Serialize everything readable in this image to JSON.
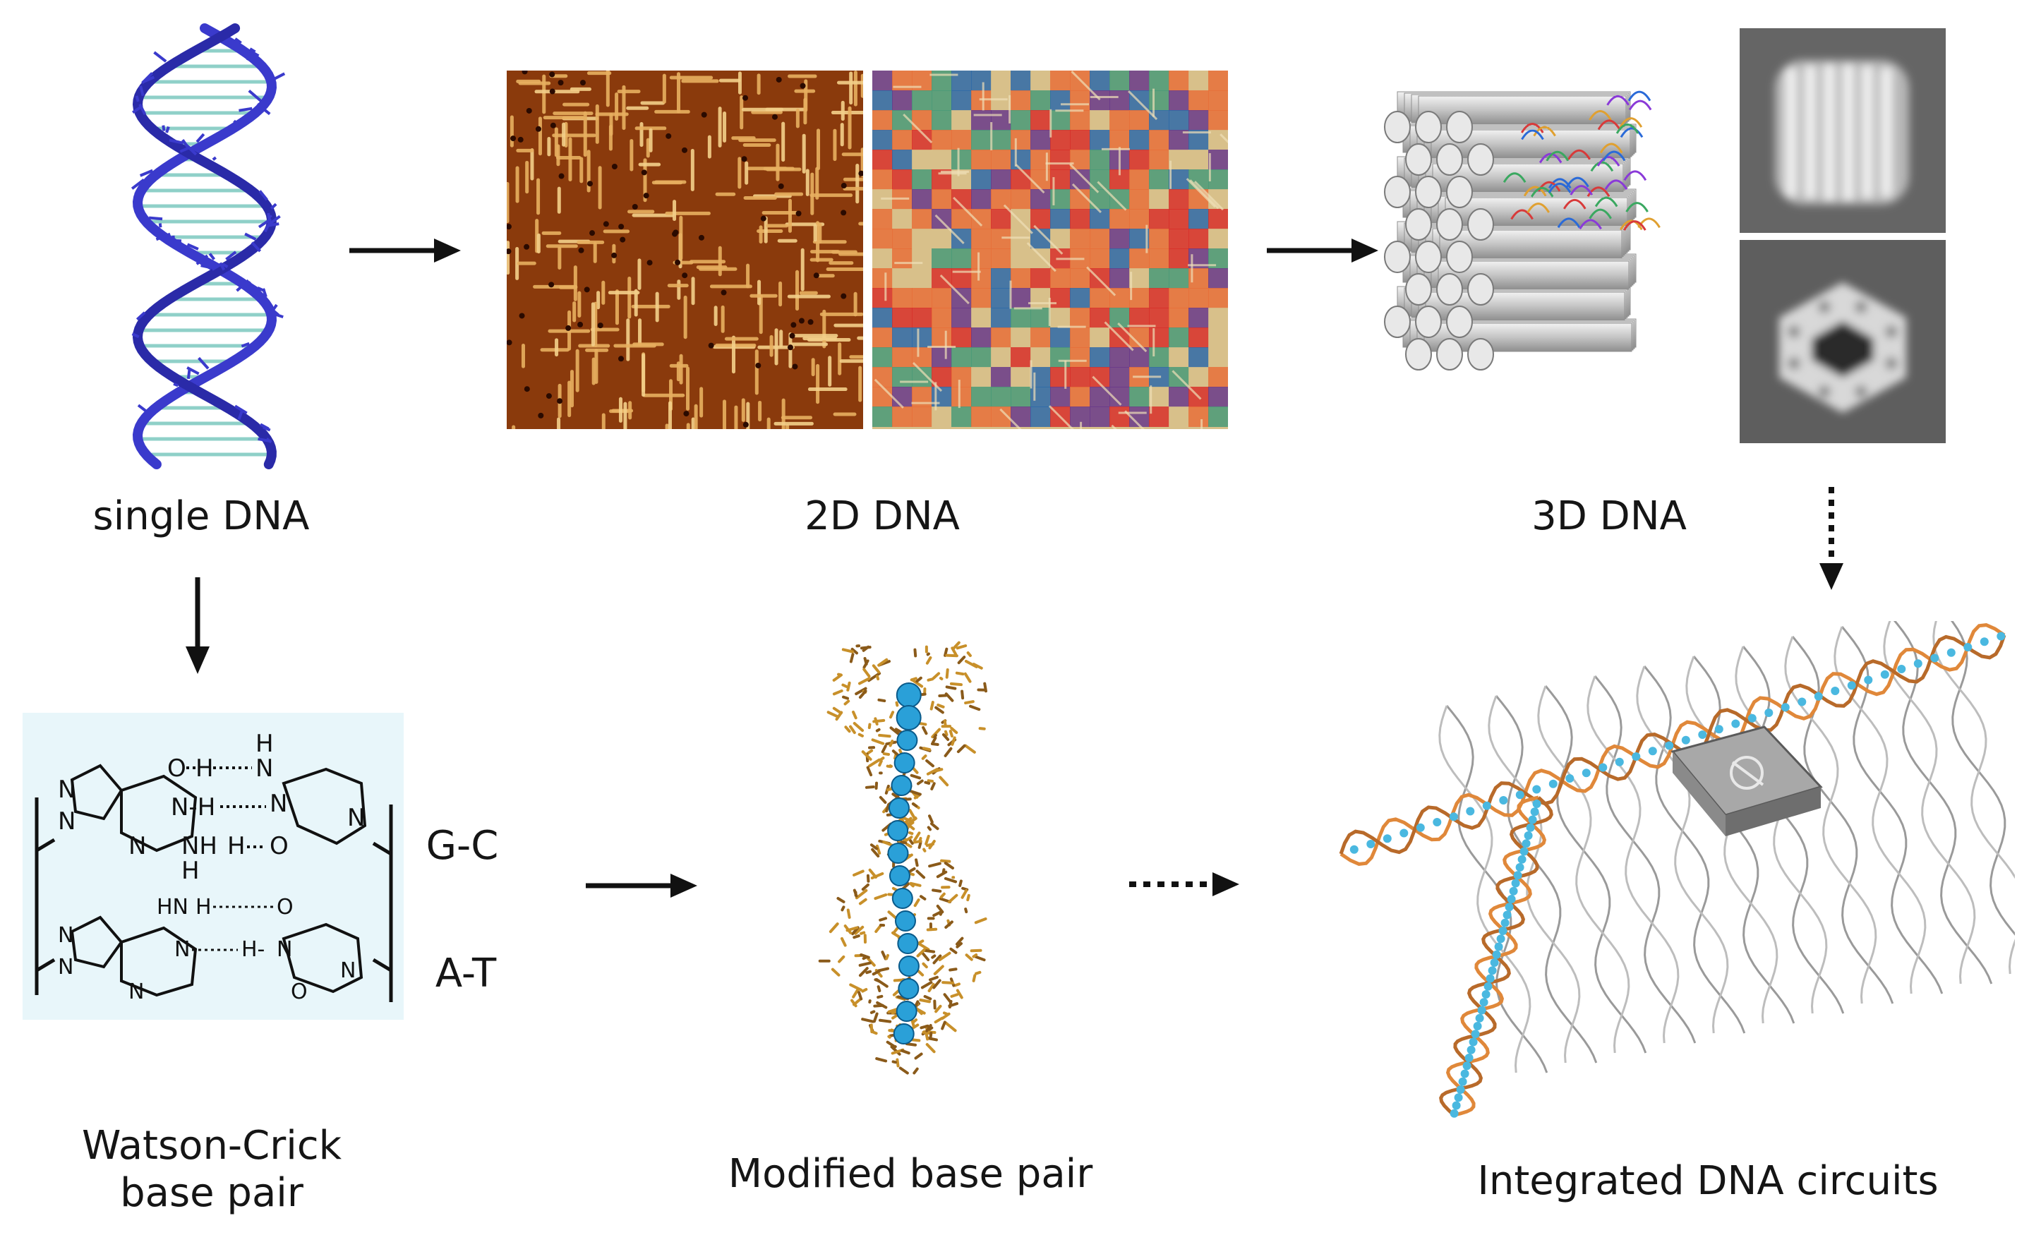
{
  "labels": {
    "single_dna": "single DNA",
    "dna_2d": "2D DNA",
    "dna_3d": "3D DNA",
    "watson_crick_line1": "Watson-Crick",
    "watson_crick_line2": "base pair",
    "modified_base_pair": "Modified base pair",
    "integrated_circuits": "Integrated DNA circuits"
  },
  "pair_labels": {
    "gc": "G-C",
    "at": "A-T"
  },
  "chemistry_text": {
    "o": "O",
    "h": "H",
    "n": "N",
    "hn": "HN",
    "nh": "NH",
    "h_n": "H-N",
    "n_h": "N-H",
    "h_dash": "H-"
  },
  "colors": {
    "dna_helix": "#3a3acc",
    "afm_brown": "#8a3a0c",
    "afm_gold": "#e8b060",
    "tile_tan": "#d8c08a",
    "tile_orange": "#e8703a",
    "tile_blue": "#2f6aa8",
    "tile_green": "#4a9a78",
    "tile_red": "#d8302a",
    "tile_purple": "#6a3a8a",
    "cylinder_gray": "#c8c8c8",
    "em_gray": "#6b6b6b",
    "wc_background": "#e8f6fa",
    "modified_gold": "#c8902a",
    "modified_blue": "#2aa0d8",
    "circuit_orange": "#e0883a",
    "circuit_blue": "#4ab8e0",
    "chip_gray": "#8a8a8a"
  },
  "icons": {
    "arrow_solid": "arrow-right-icon",
    "arrow_dotted": "dotted-arrow-right-icon",
    "arrow_down": "arrow-down-icon",
    "arrow_down_dotted": "dotted-arrow-down-icon"
  }
}
